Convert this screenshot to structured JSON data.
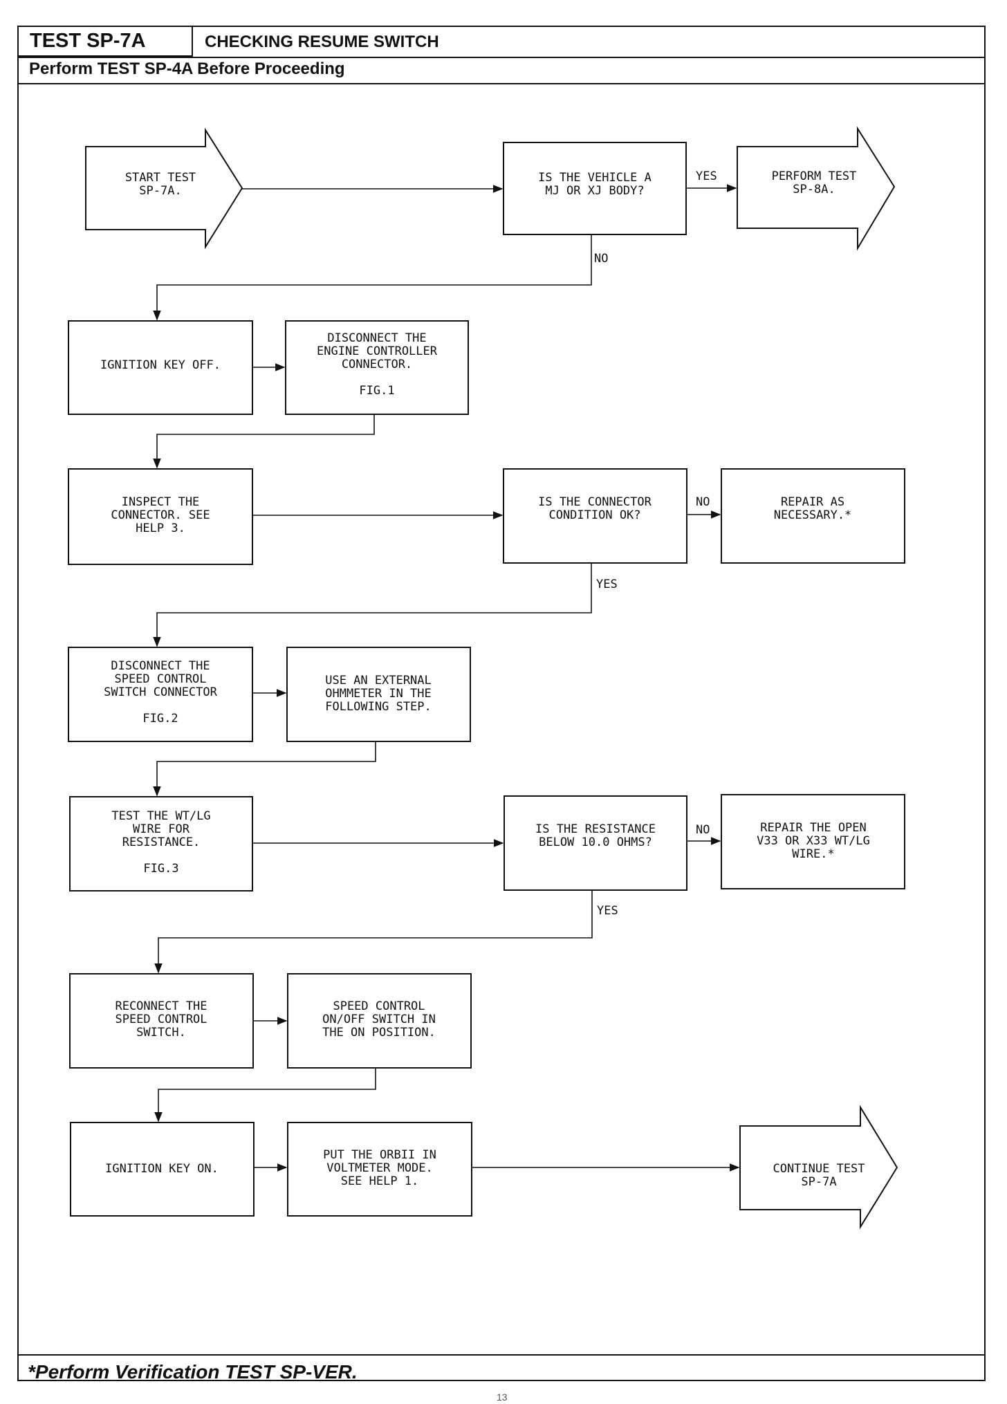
{
  "header": {
    "test_id": "TEST SP-7A",
    "title": "CHECKING RESUME SWITCH",
    "prerequisite": "Perform TEST SP-4A Before Proceeding"
  },
  "footer": {
    "note": "*Perform Verification TEST SP-VER."
  },
  "page_number": "13",
  "flow": {
    "start": [
      "START TEST",
      "SP-7A."
    ],
    "q_body": [
      "IS THE VEHICLE A",
      "MJ OR XJ BODY?"
    ],
    "perform_8a": [
      "PERFORM TEST",
      "SP-8A."
    ],
    "ign_off": [
      "IGNITION KEY OFF."
    ],
    "disc_engine": [
      "DISCONNECT THE",
      "ENGINE CONTROLLER",
      "CONNECTOR.",
      "",
      "FIG.1"
    ],
    "inspect": [
      "INSPECT THE",
      "CONNECTOR. SEE",
      "HELP 3."
    ],
    "q_connector": [
      "IS THE CONNECTOR",
      "CONDITION OK?"
    ],
    "repair_necessary": [
      "REPAIR AS",
      "NECESSARY.*"
    ],
    "disc_speed": [
      "DISCONNECT THE",
      "SPEED CONTROL",
      "SWITCH CONNECTOR",
      "",
      "FIG.2"
    ],
    "use_ohmmeter": [
      "USE AN EXTERNAL",
      "OHMMETER IN THE",
      "FOLLOWING STEP."
    ],
    "test_wire": [
      "TEST THE WT/LG",
      "WIRE FOR",
      "RESISTANCE.",
      "",
      "FIG.3"
    ],
    "q_resistance": [
      "IS THE RESISTANCE",
      "BELOW 10.0 OHMS?"
    ],
    "repair_open": [
      "REPAIR THE OPEN",
      "V33 OR X33 WT/LG",
      "WIRE.*"
    ],
    "reconnect": [
      "RECONNECT THE",
      "SPEED CONTROL",
      "SWITCH."
    ],
    "on_off": [
      "SPEED CONTROL",
      "ON/OFF SWITCH IN",
      "THE ON POSITION."
    ],
    "ign_on": [
      "IGNITION KEY ON."
    ],
    "orbii": [
      "PUT THE ORBII IN",
      "VOLTMETER MODE.",
      "SEE HELP 1."
    ],
    "continue": [
      "CONTINUE TEST",
      "SP-7A"
    ]
  },
  "labels": {
    "yes_body": "YES",
    "no_body": "NO",
    "no_connector": "NO",
    "yes_connector": "YES",
    "no_resistance": "NO",
    "yes_resistance": "YES"
  }
}
